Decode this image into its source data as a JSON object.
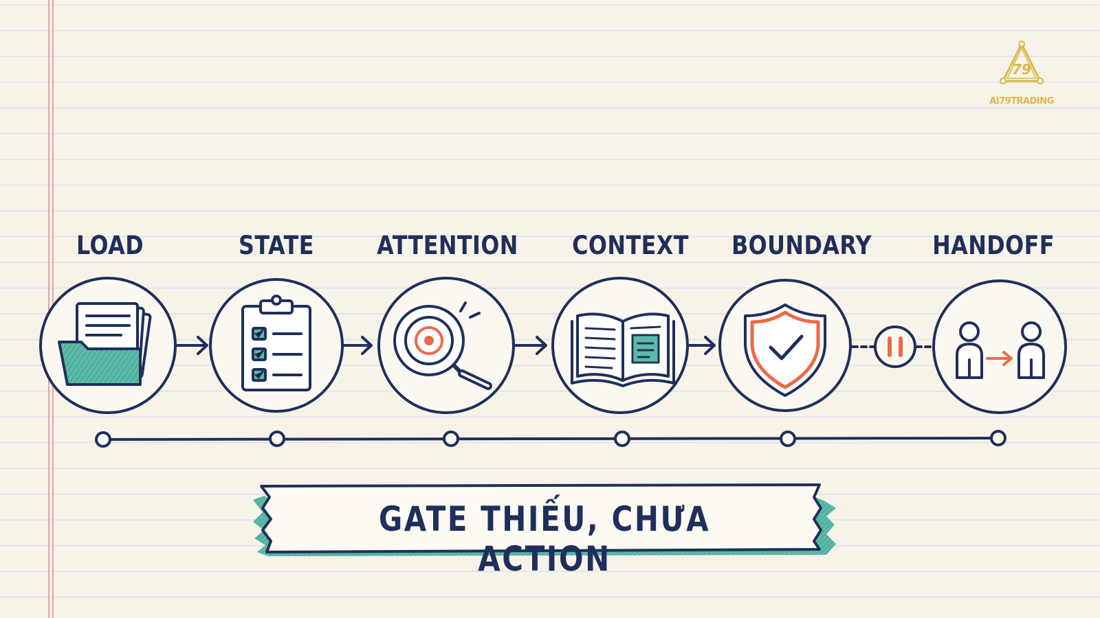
{
  "logo": {
    "mark": "79",
    "text": "AI79TRADING"
  },
  "steps": [
    {
      "label": "LOAD",
      "icon": "folder-documents-icon"
    },
    {
      "label": "STATE",
      "icon": "clipboard-checklist-icon"
    },
    {
      "label": "ATTENTION",
      "icon": "target-magnifier-icon"
    },
    {
      "label": "CONTEXT",
      "icon": "open-book-icon"
    },
    {
      "label": "BOUNDARY",
      "icon": "shield-check-icon"
    },
    {
      "label": "HANDOFF",
      "icon": "person-handoff-icon"
    }
  ],
  "pause_icon": "pause-icon",
  "banner": {
    "text": "GATE THIẾU, CHƯA ACTION"
  },
  "colors": {
    "ink": "#1f2f5c",
    "teal": "#4fb3a0",
    "orange": "#ec6a47",
    "gold": "#d9b94a",
    "paper": "#f8f3e8",
    "margin": "#e8a3a3"
  }
}
